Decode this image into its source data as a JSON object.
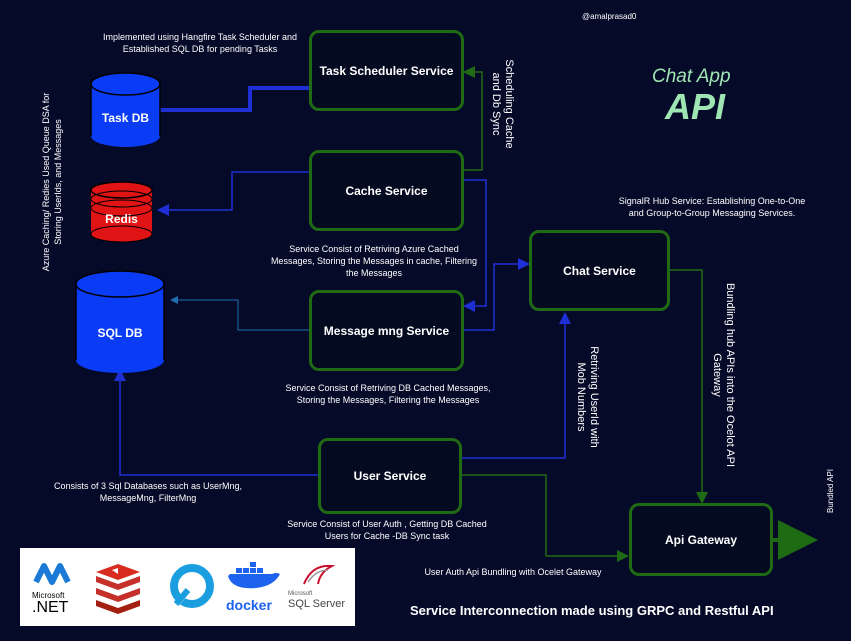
{
  "watermark": "@amalprasad0",
  "title": {
    "line1": "Chat App",
    "line2": "API"
  },
  "services": {
    "task_scheduler": "Task Scheduler Service",
    "cache": "Cache Service",
    "message_mng": "Message mng Service",
    "chat": "Chat Service",
    "user": "User Service",
    "api_gateway": "Api Gateway"
  },
  "databases": {
    "task_db": "Task DB",
    "redis": "Redis",
    "sql_db": "SQL DB"
  },
  "notes": {
    "hangfire": "Implemented using Hangfire Task Scheduler and Established SQL DB for pending Tasks",
    "cache_service": "Service Consist of Retriving Azure Cached Messages, Storing the Messages in cache, Filtering the Messages",
    "message_service": "Service Consist of Retriving DB Cached Messages, Storing the Messages, Filtering the Messages",
    "sql_dbs": "Consists of 3 Sql Databases such as UserMng, MessageMng, FilterMng",
    "user_service": "Service Consist of User Auth , Getting DB Cached Users for Cache -DB Sync task",
    "signalr": "SignalR Hub Service: Establishing One-to-One and Group-to-Group Messaging Services.",
    "user_auth_bundling": "User Auth Api Bundling with Ocelet Gateway"
  },
  "vertical_notes": {
    "scheduling": "Scheduling Cache and Db Sync",
    "azure_caching": "Azure Caching/ Redies Used Queue DSA for Storing UserIds, and Messages",
    "retriving_userid": "Retriving UserId with Mob Numbers",
    "bundling_hub": "Bundling hub APIs into the Ocelot API Gateway",
    "bundled_api": "Bundled API"
  },
  "footer": "Service Interconnection made using GRPC and Restful API",
  "logos": {
    "microsoft_line1": "Microsoft",
    "dotnet": ".NET",
    "docker": "docker",
    "sqlserver_line1": "Microsoft",
    "sqlserver_line2": "SQL Server"
  },
  "colors": {
    "background": "#050a28",
    "box_border": "#1f6b14",
    "blue_wire": "#1f2fd6",
    "green_wire": "#1f6b14",
    "db_blue": "#0a3cf5",
    "redis_red": "#e01414",
    "title_green": "#9fe6b4"
  }
}
